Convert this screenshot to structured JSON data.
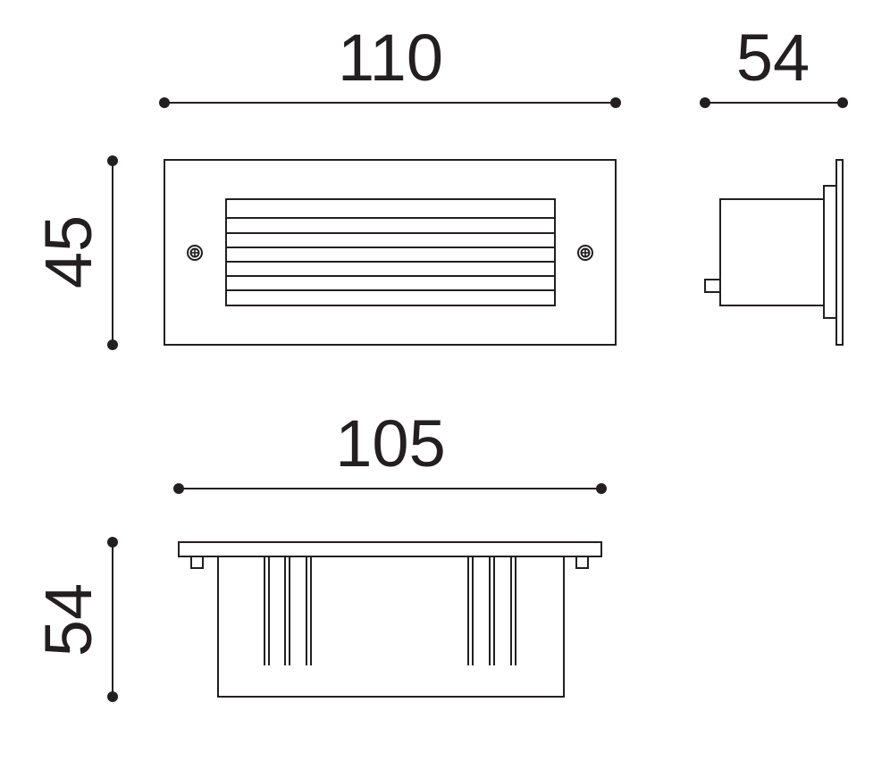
{
  "dimensions": {
    "front_width": "110",
    "side_depth": "54",
    "front_height": "45",
    "bottom_width": "105",
    "bottom_depth": "54"
  },
  "colors": {
    "line": "#231f20",
    "background": "#ffffff"
  }
}
